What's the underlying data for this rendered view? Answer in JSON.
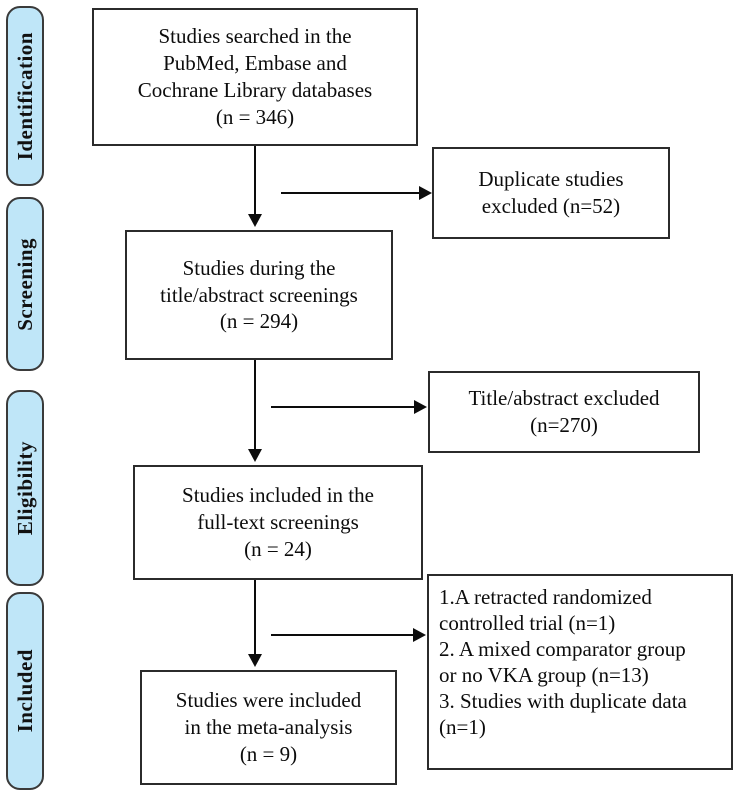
{
  "diagram": {
    "type": "prisma-flow-diagram",
    "accent_color": "#bfe6f8",
    "border_color": "#2b2b2b",
    "stages": [
      {
        "id": "identification",
        "label": "Identification"
      },
      {
        "id": "screening",
        "label": "Screening"
      },
      {
        "id": "eligibility",
        "label": "Eligibility"
      },
      {
        "id": "included",
        "label": "Included"
      }
    ],
    "main_boxes": [
      {
        "id": "records-identified",
        "text": "Studies searched in the\nPubMed, Embase and\nCochrane Library databases\n(n = 346)",
        "count": 346
      },
      {
        "id": "title-abstract-screened",
        "text": "Studies during the\ntitle/abstract screenings\n(n = 294)",
        "count": 294
      },
      {
        "id": "full-text-assessed",
        "text": "Studies included in the\nfull-text screenings\n(n = 24)",
        "count": 24
      },
      {
        "id": "studies-included",
        "text": "Studies were included\nin the meta-analysis\n(n = 9)",
        "count": 9
      }
    ],
    "exclusion_boxes": [
      {
        "id": "duplicates-excluded",
        "text": "Duplicate studies\nexcluded (n=52)",
        "count": 52
      },
      {
        "id": "title-abstract-excluded",
        "text": "Title/abstract excluded\n(n=270)",
        "count": 270
      },
      {
        "id": "full-text-excluded",
        "text": "1.A retracted randomized\ncontrolled trial (n=1)\n2. A mixed comparator group\nor no VKA group (n=13)\n3. Studies with duplicate data\n(n=1)",
        "reasons": [
          {
            "number": "1.",
            "reason": "A retracted randomized controlled trial",
            "count": 1
          },
          {
            "number": "2.",
            "reason": "A mixed comparator group or no VKA group",
            "count": 13
          },
          {
            "number": "3.",
            "reason": "Studies with duplicate data",
            "count": 1
          }
        ]
      }
    ]
  }
}
